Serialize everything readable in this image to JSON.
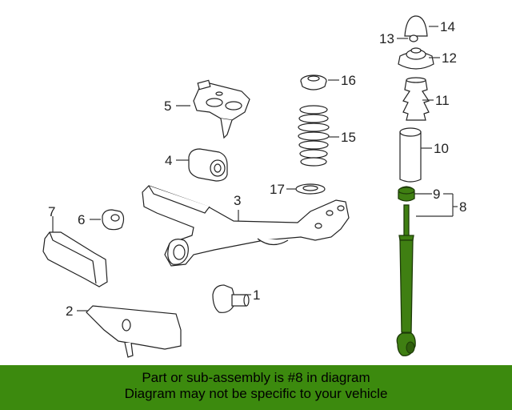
{
  "callouts": {
    "c1": "1",
    "c2": "2",
    "c3": "3",
    "c4": "4",
    "c5": "5",
    "c6": "6",
    "c7": "7",
    "c8": "8",
    "c9": "9",
    "c10": "10",
    "c11": "11",
    "c12": "12",
    "c13": "13",
    "c14": "14",
    "c15": "15",
    "c16": "16",
    "c17": "17"
  },
  "highlight_color": "#3f7f12",
  "banner": {
    "line1": "Part or sub-assembly is #8 in diagram",
    "line2": "Diagram may not be specific to your vehicle",
    "background": "#3c8a0e"
  }
}
